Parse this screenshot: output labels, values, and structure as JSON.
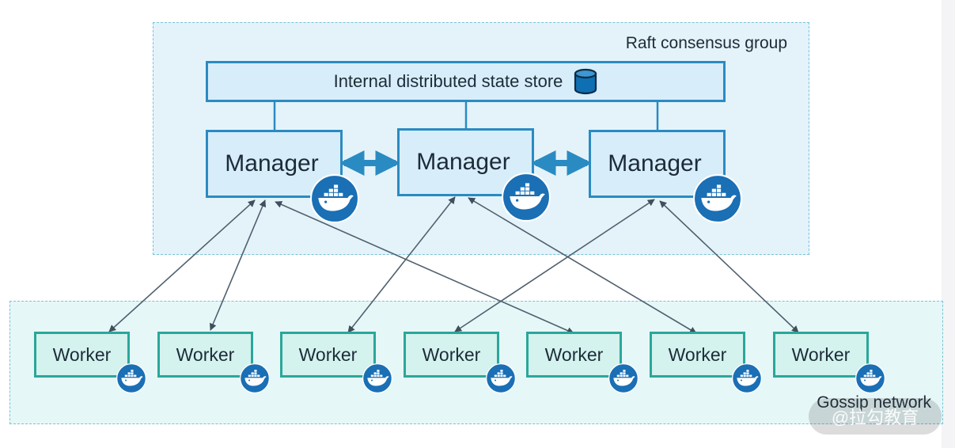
{
  "raft_group": {
    "label": "Raft consensus group"
  },
  "gossip_group": {
    "label": "Gossip network"
  },
  "state_store": {
    "label": "Internal distributed state store",
    "icon": "database-icon"
  },
  "managers": [
    {
      "label": "Manager",
      "icon": "docker-whale-icon"
    },
    {
      "label": "Manager",
      "icon": "docker-whale-icon"
    },
    {
      "label": "Manager",
      "icon": "docker-whale-icon"
    }
  ],
  "workers": [
    {
      "label": "Worker",
      "icon": "docker-whale-icon"
    },
    {
      "label": "Worker",
      "icon": "docker-whale-icon"
    },
    {
      "label": "Worker",
      "icon": "docker-whale-icon"
    },
    {
      "label": "Worker",
      "icon": "docker-whale-icon"
    },
    {
      "label": "Worker",
      "icon": "docker-whale-icon"
    },
    {
      "label": "Worker",
      "icon": "docker-whale-icon"
    },
    {
      "label": "Worker",
      "icon": "docker-whale-icon"
    }
  ],
  "edges": {
    "store_to_manager": [
      0,
      1,
      2
    ],
    "manager_peer_links": [
      [
        0,
        1
      ],
      [
        1,
        2
      ]
    ],
    "manager_worker_links": [
      [
        0,
        0
      ],
      [
        0,
        1
      ],
      [
        0,
        4
      ],
      [
        1,
        2
      ],
      [
        1,
        5
      ],
      [
        2,
        3
      ],
      [
        2,
        6
      ]
    ]
  },
  "watermark": {
    "text": "@拉勾教育"
  },
  "colors": {
    "manager_border": "#2a8bc2",
    "manager_fill": "#d7edfa",
    "worker_border": "#2aa79a",
    "worker_fill": "#d4f2ee",
    "docker_blue": "#1a6fb5",
    "connector": "#50606e"
  }
}
